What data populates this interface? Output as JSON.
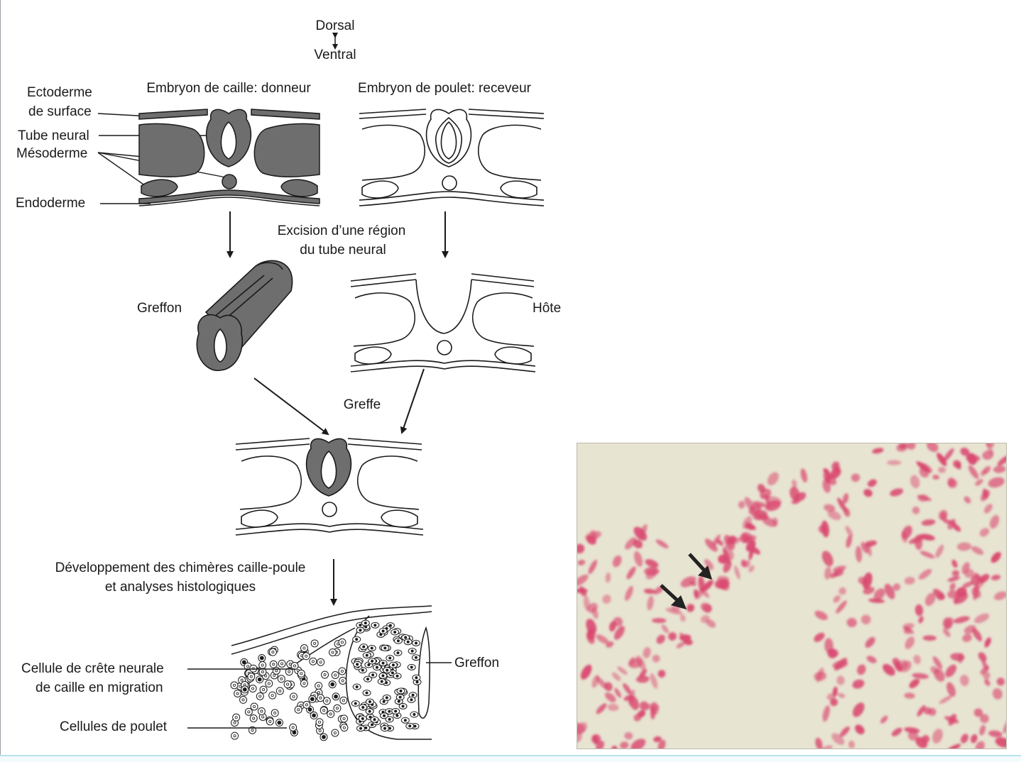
{
  "orientation": {
    "dorsal": "Dorsal",
    "ventral": "Ventral"
  },
  "labels": {
    "donor_title": "Embryon de caille: donneur",
    "host_title": "Embryon de poulet: receveur",
    "ectoderm_1": "Ectoderme",
    "ectoderm_2": "de surface",
    "neural_tube": "Tube neural",
    "mesoderm": "Mésoderme",
    "endoderm": "Endoderme",
    "excision_1": "Excision d’une région",
    "excision_2": "du tube neural",
    "graft_piece": "Greffon",
    "host": "Hôte",
    "graft_step": "Greffe",
    "development_1": "Développement des chimères caille-poule",
    "development_2": "et analyses histologiques",
    "crest_cell_1": "Cellule de crête neurale",
    "crest_cell_2": "de caille en migration",
    "chick_cells": "Cellules de poulet",
    "graft_tissue": "Greffon"
  },
  "colors": {
    "quail_tissue": "#6e6e6e",
    "outline": "#1a1a1a",
    "photo_background": "#e8e4d2",
    "stained_nuclei": "#d9466e"
  }
}
